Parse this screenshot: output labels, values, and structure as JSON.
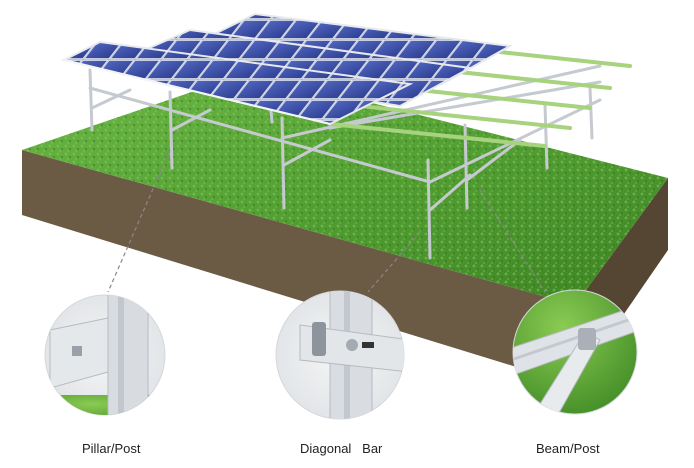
{
  "captions": {
    "pillar_post": "Pillar/Post",
    "diagonal_bar": "Diagonal   Bar",
    "beam_post": "Beam/Post"
  },
  "colors": {
    "grass": "#5fa83a",
    "grass_dark": "#3f7f24",
    "soil_front": "#6b5a44",
    "soil_side": "#554634",
    "panel": "#3b4fa6",
    "panel_frame": "#d9dde3",
    "structure": "#c9ced4",
    "rail_green": "#a7d27e"
  }
}
